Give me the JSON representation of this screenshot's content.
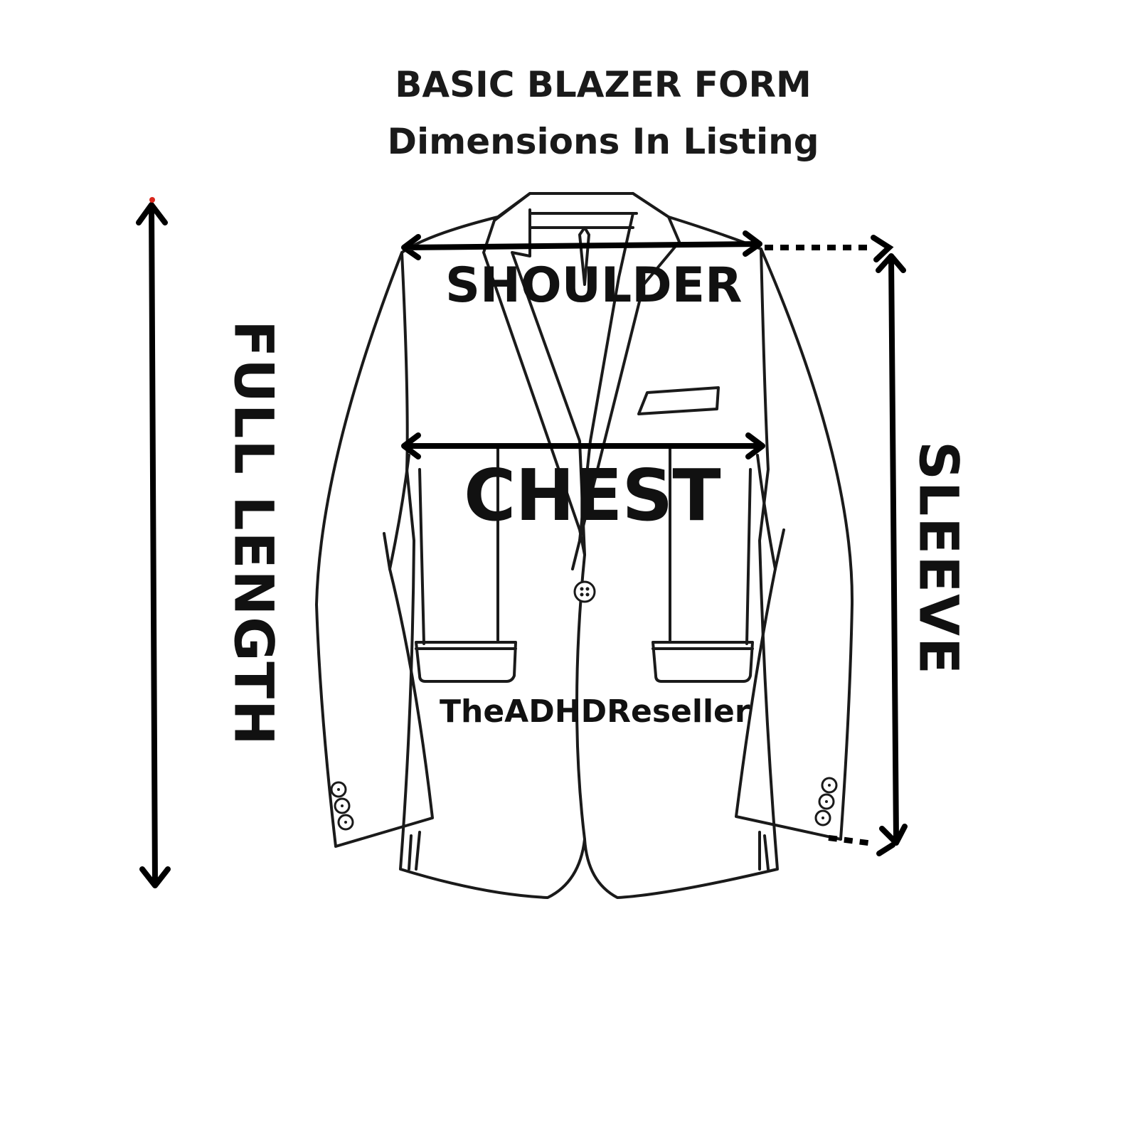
{
  "header": {
    "title": "BASIC BLAZER FORM",
    "subtitle": "Dimensions In Listing"
  },
  "measurements": {
    "shoulder": "SHOULDER",
    "chest": "CHEST",
    "full_length": "FULL LENGTH",
    "sleeve": "SLEEVE"
  },
  "brand": "TheADHDReseller",
  "colors": {
    "line": "#1a1a1a",
    "arrow": "#000000",
    "accent_dot": "#d9261c"
  }
}
